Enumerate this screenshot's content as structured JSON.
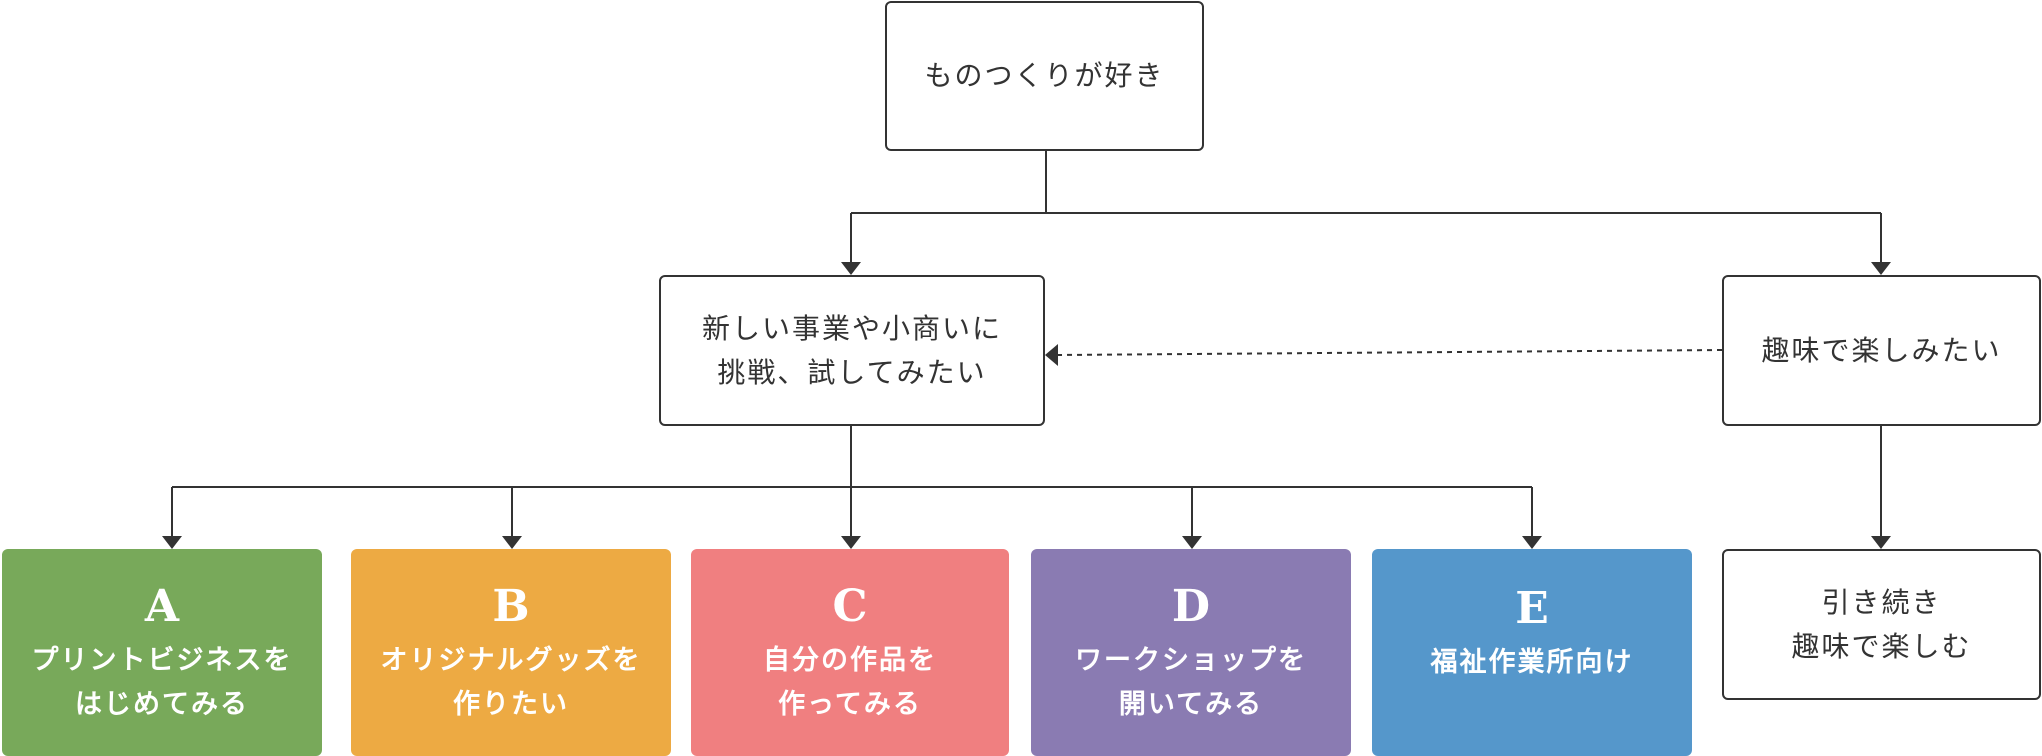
{
  "nodes": {
    "root": {
      "lines": [
        "ものつくりが好き"
      ]
    },
    "challenge": {
      "lines": [
        "新しい事業や小商いに",
        "挑戦、試してみたい"
      ]
    },
    "hobby": {
      "lines": [
        "趣味で楽しみたい"
      ]
    },
    "continue_hobby": {
      "lines": [
        "引き続き",
        "趣味で楽しむ"
      ]
    }
  },
  "options": [
    {
      "letter": "A",
      "lines": [
        "プリントビジネスを",
        "はじめてみる"
      ],
      "color": "#78a95a"
    },
    {
      "letter": "B",
      "lines": [
        "オリジナルグッズを",
        "作りたい"
      ],
      "color": "#edaa43"
    },
    {
      "letter": "C",
      "lines": [
        "自分の作品を",
        "作ってみる"
      ],
      "color": "#f07f80"
    },
    {
      "letter": "D",
      "lines": [
        "ワークショップを",
        "開いてみる"
      ],
      "color": "#8a7bb2"
    },
    {
      "letter": "E",
      "lines": [
        "福祉作業所向け"
      ],
      "color": "#5597cb"
    }
  ],
  "colors": {
    "line": "#333333",
    "border": "#333333",
    "text": "#333333"
  }
}
